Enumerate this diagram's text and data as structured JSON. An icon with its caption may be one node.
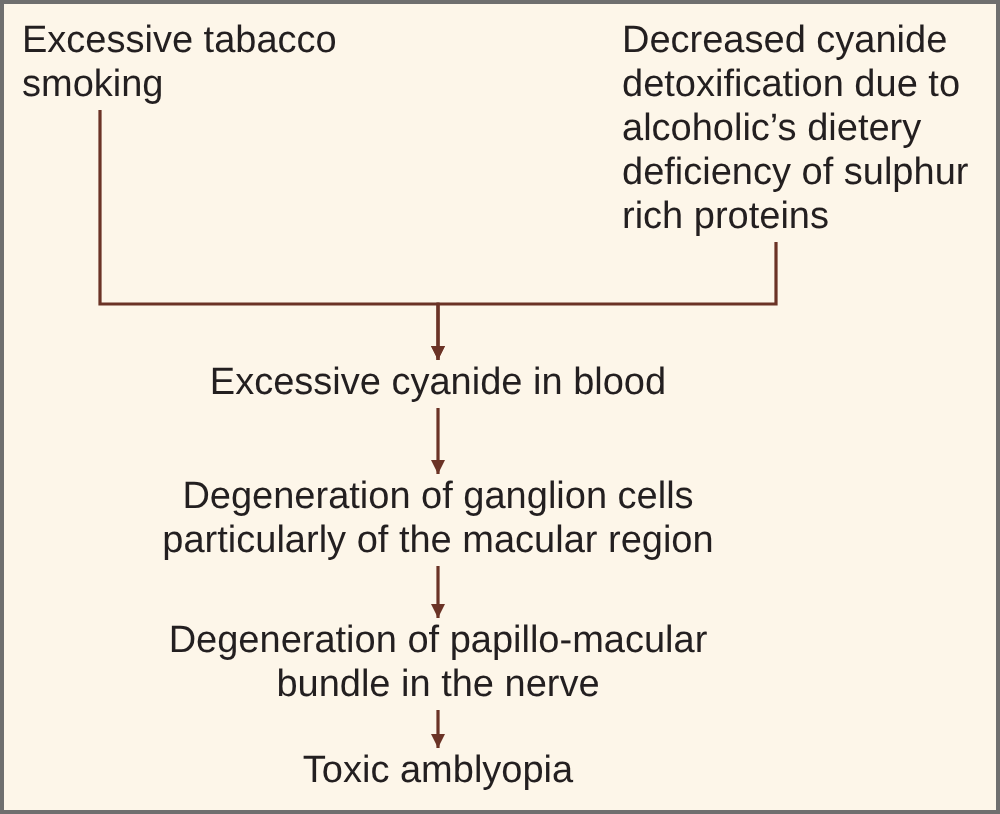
{
  "diagram": {
    "nodes": [
      {
        "text": [
          "Excessive tabacco smoking"
        ]
      },
      {
        "text": [
          "Decreased cyanide detoxification due to alcoholic’s dietery deficiency of sulphur rich proteins"
        ]
      },
      {
        "text": [
          "Excessive cyanide in blood"
        ]
      },
      {
        "text": [
          "Degeneration of ganglion cells particularly of the macular region"
        ]
      },
      {
        "text": [
          "Degeneration of papillo-macular bundle in the nerve"
        ]
      },
      {
        "text": [
          "Toxic amblyopia"
        ]
      }
    ],
    "edges": [
      {
        "from": 0,
        "to": 2,
        "arrow": "to"
      },
      {
        "from": 1,
        "to": 2,
        "arrow": "to"
      },
      {
        "from": 2,
        "to": 3,
        "arrow": "to"
      },
      {
        "from": 3,
        "to": 4,
        "arrow": "to"
      },
      {
        "from": 4,
        "to": 5,
        "arrow": "to"
      }
    ]
  }
}
